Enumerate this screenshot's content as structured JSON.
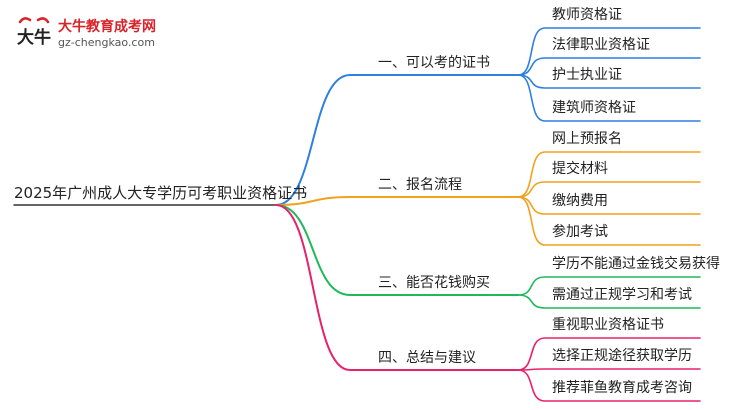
{
  "logo": {
    "title": "大牛教育成考网",
    "url": "gz-chengkao.com",
    "glyph": "大牛"
  },
  "root": {
    "label": "2025年广州成人大专学历可考职业资格证书"
  },
  "branches": [
    {
      "label": "一、可以考的证书",
      "color": "#2f7fe0",
      "children": [
        "教师资格证",
        "法律职业资格证",
        "护士执业证",
        "建筑师资格证"
      ]
    },
    {
      "label": "二、报名流程",
      "color": "#f0a21e",
      "children": [
        "网上预报名",
        "提交材料",
        "缴纳费用",
        "参加考试"
      ]
    },
    {
      "label": "三、能否花钱购买",
      "color": "#1fb85a",
      "children": [
        "学历不能通过金钱交易获得",
        "需通过正规学习和考试"
      ]
    },
    {
      "label": "四、总结与建议",
      "color": "#e8226a",
      "children": [
        "重视职业资格证书",
        "选择正规途径获取学历",
        "推荐菲鱼教育成考咨询"
      ]
    }
  ]
}
